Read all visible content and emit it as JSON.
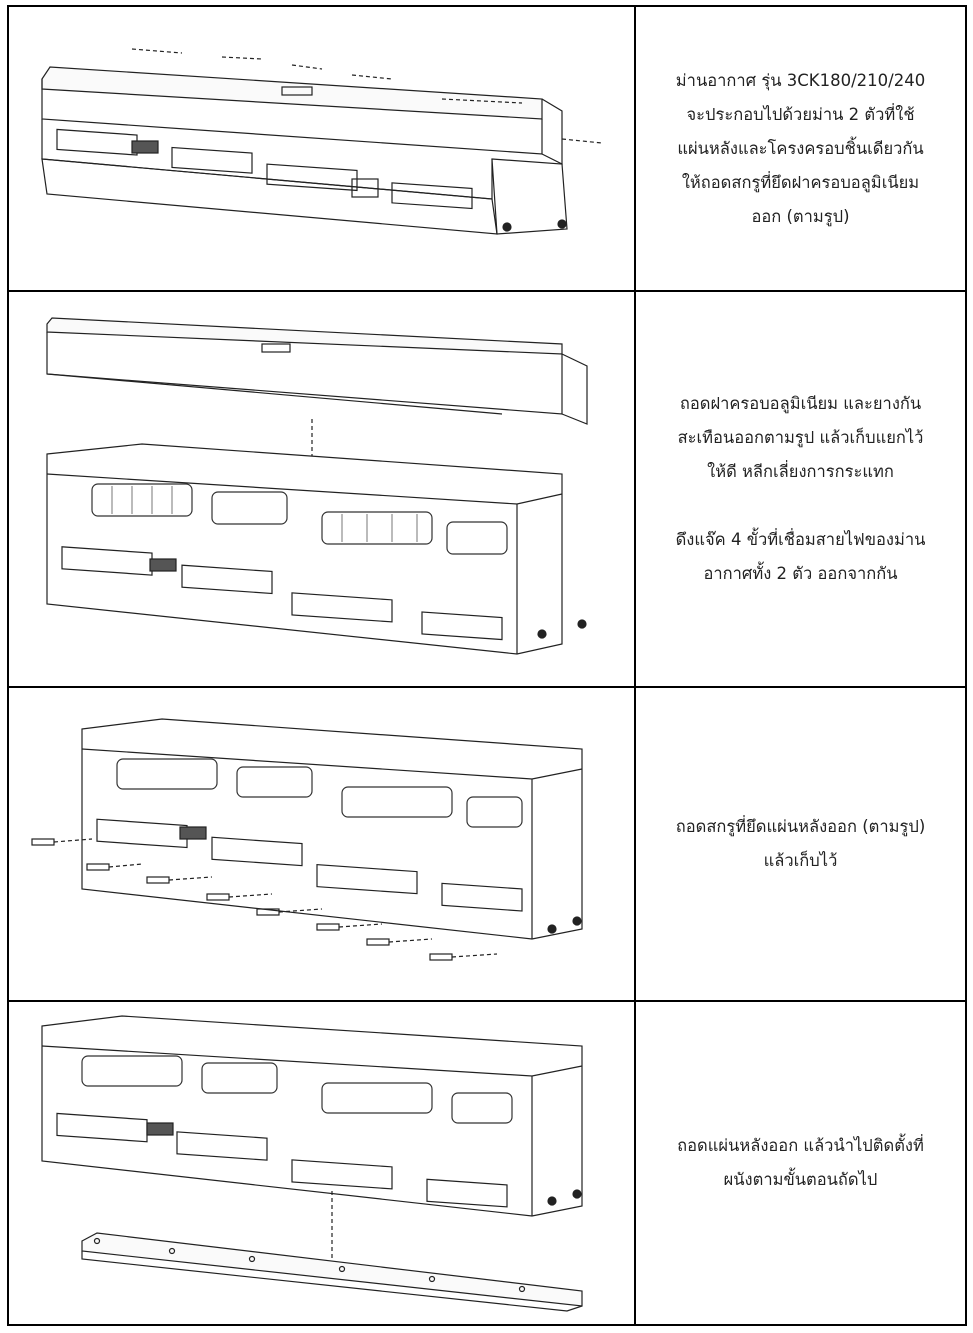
{
  "steps": [
    {
      "lines": [
        "ม่านอากาศ รุ่น 3CK180/210/240",
        "จะประกอบไปด้วยม่าน 2 ตัวที่ใช้",
        "แผ่นหลังและโครงครอบชิ้นเดียวกัน",
        "ให้ถอดสกรูที่ยึดฝาครอบอลูมิเนียม",
        "ออก (ตามรูป)"
      ],
      "figure_icon": "air-curtain-top-screws-removed"
    },
    {
      "lines": [
        "ถอดฝาครอบอลูมิเนียม และยางกัน",
        "สะเทือนออกตามรูป แล้วเก็บแยกไว้",
        "ให้ดี หลีกเลี่ยงการกระแทก"
      ],
      "lines2": [
        "ดึงแจ๊ค 4 ขั้วที่เชื่อมสายไฟของม่าน",
        "อากาศทั้ง 2 ตัว ออกจากกัน"
      ],
      "figure_icon": "air-curtain-cover-lifted"
    },
    {
      "lines": [
        "ถอดสกรูที่ยึดแผ่นหลังออก (ตามรูป)",
        "แล้วเก็บไว้"
      ],
      "figure_icon": "air-curtain-back-screws"
    },
    {
      "lines": [
        "ถอดแผ่นหลังออก แล้วนำไปติดตั้งที่",
        "ผนังตามขั้นตอนถัดไป"
      ],
      "figure_icon": "air-curtain-back-plate-removed"
    }
  ]
}
